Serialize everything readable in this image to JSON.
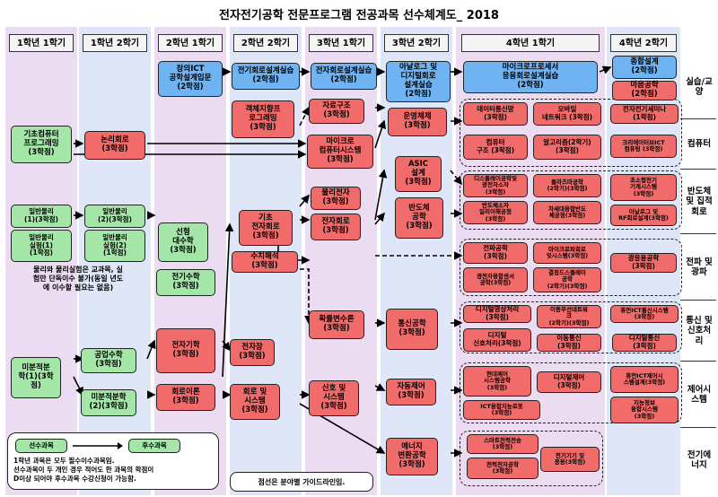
{
  "title": "전자전기공학 전문프로그램 전공과목 선수체계도_ 2018",
  "colors": {
    "required": "#a3e6a8",
    "lab": "#6fb3f2",
    "elective": "#f26b6b"
  },
  "semesters": [
    "1학년 1학기",
    "1학년 2학기",
    "2학년 1학기",
    "2학년 2학기",
    "3학년 1학기",
    "3학년 2학기",
    "4학년 1학기",
    "4학년 2학기"
  ],
  "categories": [
    "실습/교양",
    "컴퓨터",
    "반도체 및 집적회로",
    "전파 및 광파",
    "통신 및 신호처리",
    "제어시스템",
    "전기에너지"
  ],
  "courses": {
    "c_basic_computer": "기초컴퓨터\n프로그래밍\n(3학점)",
    "c_logic": "논리회로\n(3학점)",
    "c_phys1": "일반물리\n(1)(3학점)",
    "c_physlab1": "일반물리\n실험(1)\n(1학점)",
    "c_phys2": "일반물리\n(2)(3학점)",
    "c_physlab2": "일반물리\n실험(2)\n(1학점)",
    "c_calc1": "미분적분\n학(1)(3학\n점)",
    "c_engmath": "공업수학\n(3학점)",
    "c_calc2": "미분적분학\n(2)(3학점)",
    "c_creative": "창의ICT\n공학설계입문\n(2학점)",
    "c_linalg": "선형\n대수학\n(3학점)",
    "c_emag": "전기수학\n(3학점)",
    "c_electromag": "전자기학\n(3학점)",
    "c_circuit": "회로이론\n(3학점)",
    "c_circuitlab": "전기회로설계실습\n(2학점)",
    "c_oop": "객체지향프\n로그래밍\n(3학점)",
    "c_basic_elec": "기초\n전자회로\n(3학점)",
    "c_numeric": "수치해석\n(3학점)",
    "c_emfield": "전자장\n(3학점)",
    "c_circsys": "회로 및\n시스템\n(3학점)",
    "c_eleclab": "전자회로설계실습\n(2학점)",
    "c_datastruct": "자료구조\n(3학점)",
    "c_micro": "마이크로\n컴퓨터시스템\n(3학점)",
    "c_physelec": "물리전자\n(3학점)",
    "c_elecckt": "전자회로\n(3학점)",
    "c_prob": "확률변수론\n(3학점)",
    "c_signal": "신호 및\n시스템\n(3학점)",
    "c_analog_lab": "아날로그 및\n디지털회로\n설계실습\n(2학점)",
    "c_os": "운영체제\n(3학점)",
    "c_asic": "ASIC\n설계\n(3학점)",
    "c_semi": "반도체\n공학\n(3학점)",
    "c_comm": "통신공학\n(3학점)",
    "c_control": "자동제어\n(3학점)",
    "c_energy": "에너지\n변환공학\n(3학점)",
    "c_microproc_lab": "마이크로프로세서\n응용회로설계실습\n(2학점)",
    "c_datacomm": "데이터통신망\n(3학점)",
    "c_mobile": "모바일\n네트워크 (3학점)",
    "c_comparch": "컴퓨터\n구조 (3학점)",
    "c_algo": "알고리즘(2학기)\n(3학점)",
    "c_creatorict": "크리에이터브ICT\n컴퓨팅 (3학점)",
    "c_display": "디스플레이공학및\n광전자소자\n(3학점)",
    "c_plasma": "플라즈마공학\n(2학기)(3학점)",
    "c_ultra": "초소형전기\n기계시스템\n(3학점)",
    "c_semiproc": "반도체소자\n일리이해공정\n(3학점)",
    "c_nextsemi": "차세대융합반도\n체공정(3학점)",
    "c_analogrf": "아날로그 및\nRF회로설계(3학점)",
    "c_antenna": "전파공학\n(3학점)",
    "c_microwave": "마이크로파회로\n및시스템(3학점)",
    "c_optic": "광응용공학\n(3학점)",
    "c_photonic": "광전자융합센서\n공학(3학점)",
    "c_eo": "결정드스플레이\n공학\n(2학기)(3학점)",
    "c_dsp": "디지털영상처리\n(3학점)",
    "c_mobilecomm": "이동무선네트워\n크\n(2학기)(3학점)",
    "c_humanict": "휴먼ICT통신시스템\n(3학점)",
    "c_digsig": "디지털\n신호처리(3학점)",
    "c_mobile2": "이동통신\n(3학점)",
    "c_digcomm": "디지털통신\n(3학점)",
    "c_modern": "현대제어\n시스템공학\n(3학점)",
    "c_digctrl": "디지털제어\n(3학점)",
    "c_humanctrl": "휴먼ICT제어시\n스템설계(3학점)",
    "c_ictfusion": "ICT융합지능로봇\n(3학점)",
    "c_intelli": "지능정보\n융합시스템\n(3학점)",
    "c_smartpower": "스마트전력전송\n(3학점)",
    "c_powerelec": "전력전자공학\n(3학점)",
    "c_machine": "전기기기 및\n응용(3학점)",
    "c_capstone": "종합설계\n(2학점)",
    "c_magnet": "마음공학\n(2학점)",
    "c_seminar": "전자전기세미나\n(1학점)"
  },
  "notes": {
    "physics": "물리와 물리실험은 교과목, 실\n험만 단독이수 불가(동일 년도\n에 이수할 필요는 없음)",
    "legend_pre": "선수과목",
    "legend_post": "후수과목",
    "legend_text": "1학년 과목은 모두 필수이수과목임.\n선수과목이 두 개인 경우 적어도 한 과목의 학점이\nD이상 되어야 후수과목 수강신청이 가능함.",
    "dashed": "점선은 분야별 가이드라인임."
  }
}
